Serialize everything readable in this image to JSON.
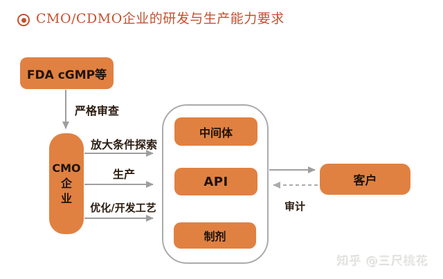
{
  "header": {
    "title": "CMO/CDMO企业的研发与生产能力要求"
  },
  "colors": {
    "node_orange": "#e08142",
    "title_red": "#c4512f",
    "arrow_gray": "#9e9e9e",
    "dashed_arrow_gray": "#ababab",
    "container_border_gray": "#ababab",
    "node_text_dark": "#1e1309",
    "label_text_dark": "#2c1d12"
  },
  "diagram": {
    "fda_box": "FDA cGMP等",
    "cmo_box": "CMO\n企\n业",
    "container_boxes": {
      "intermediate": "中间体",
      "api": "API",
      "formulation": "制剂"
    },
    "customer_box": "客户",
    "edge_labels": {
      "strict_review": "严格审查",
      "scale_up": "放大条件探索",
      "production": "生产",
      "process_dev": "优化/开发工艺",
      "audit": "审计"
    }
  },
  "watermark": "知乎 @三尺桃花"
}
